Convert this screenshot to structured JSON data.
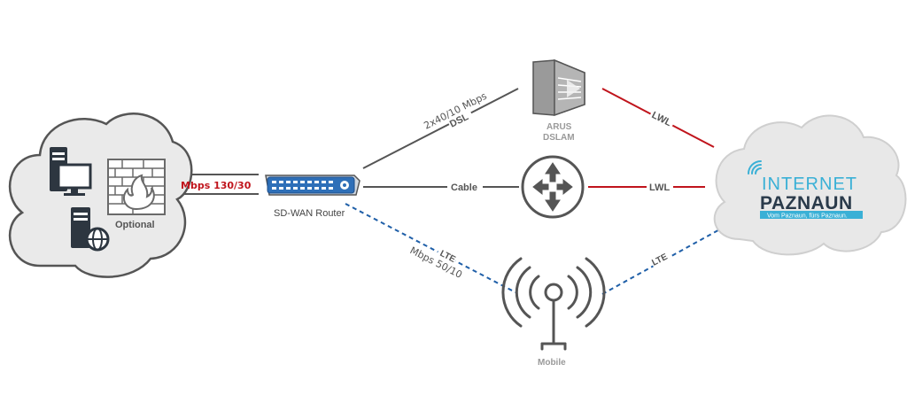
{
  "labels": {
    "optional": "Optional",
    "bandwidth": "Mbps 130/30",
    "router": "SD-WAN Router",
    "dsl_speed": "2x40/10 Mbps",
    "dsl": "DSL",
    "cable": "Cable",
    "lte_left": "LTE",
    "lte_speed": "Mbps 50/10",
    "lte_right": "LTE",
    "dslam_line1": "ARUS",
    "dslam_line2": "DSLAM",
    "lwl_top": "LWL",
    "lwl_mid": "LWL",
    "mobile": "Mobile"
  },
  "logo": {
    "line1": "INTERNET",
    "line2": "PAZNAUN",
    "tagline": "Vom Paznaun, fürs Paznaun."
  },
  "icons": {
    "client_server": "server-icon",
    "client_pc": "desktop-icon",
    "client_web_server": "web-server-icon",
    "firewall": "firewall-icon",
    "router": "sdwan-router-icon",
    "dslam": "dslam-icon",
    "core_router": "router-icon",
    "antenna": "antenna-icon"
  },
  "colors": {
    "red_link": "#c0141c",
    "blue_link": "#1f5fa8",
    "cloud": "#e8e8e8",
    "logo_blue": "#3ab0d6"
  }
}
